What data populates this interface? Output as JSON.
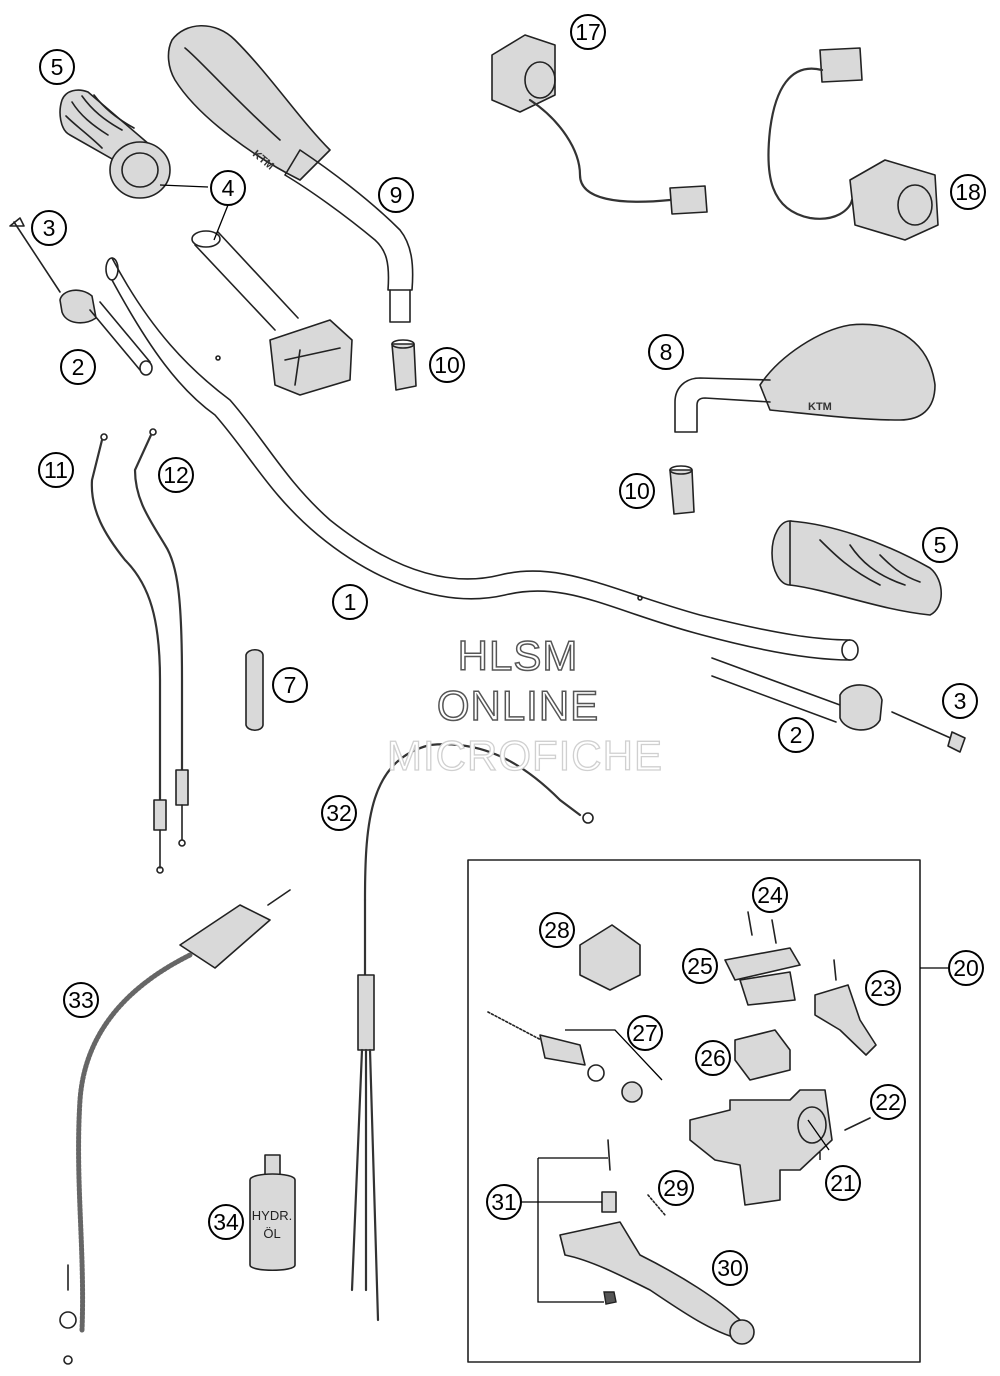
{
  "watermark": {
    "line1": "HLSM",
    "line2": "ONLINE",
    "line3": "MICROFICHE"
  },
  "brand_mark": "KTM",
  "oil_bottle_label": {
    "line1": "HYDR.",
    "line2": "ÖL"
  },
  "callouts": {
    "c1": "1",
    "c2a": "2",
    "c2b": "2",
    "c3a": "3",
    "c3b": "3",
    "c4": "4",
    "c5a": "5",
    "c5b": "5",
    "c7": "7",
    "c8": "8",
    "c9": "9",
    "c10a": "10",
    "c10b": "10",
    "c11": "11",
    "c12": "12",
    "c17": "17",
    "c18": "18",
    "c20": "20",
    "c21": "21",
    "c22": "22",
    "c23": "23",
    "c24": "24",
    "c25": "25",
    "c26": "26",
    "c27": "27",
    "c28": "28",
    "c29": "29",
    "c30": "30",
    "c31": "31",
    "c32": "32",
    "c33": "33",
    "c34": "34"
  }
}
